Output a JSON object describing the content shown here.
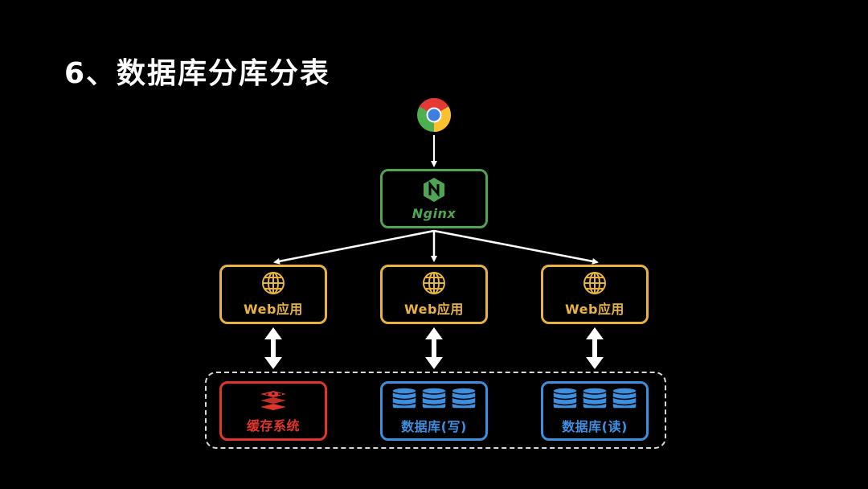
{
  "title": "6、数据库分库分表",
  "nodes": {
    "browser": {
      "icon": "chrome-icon"
    },
    "nginx": {
      "label": "Nginx",
      "icon": "nginx-icon"
    },
    "web": [
      {
        "label": "Web应用",
        "icon": "globe-icon"
      },
      {
        "label": "Web应用",
        "icon": "globe-icon"
      },
      {
        "label": "Web应用",
        "icon": "globe-icon"
      }
    ],
    "cache": {
      "label": "缓存系统",
      "icon": "redis-icon"
    },
    "db_write": {
      "label": "数据库(写)",
      "icon": "database-icon"
    },
    "db_read": {
      "label": "数据库(读)",
      "icon": "database-icon"
    }
  },
  "colors": {
    "background": "#000000",
    "nginx": "#4fa553",
    "web": "#e8b33e",
    "cache": "#e0352b",
    "database": "#3d8fe0",
    "arrow": "#ffffff",
    "group_border": "#d8d8d8"
  }
}
